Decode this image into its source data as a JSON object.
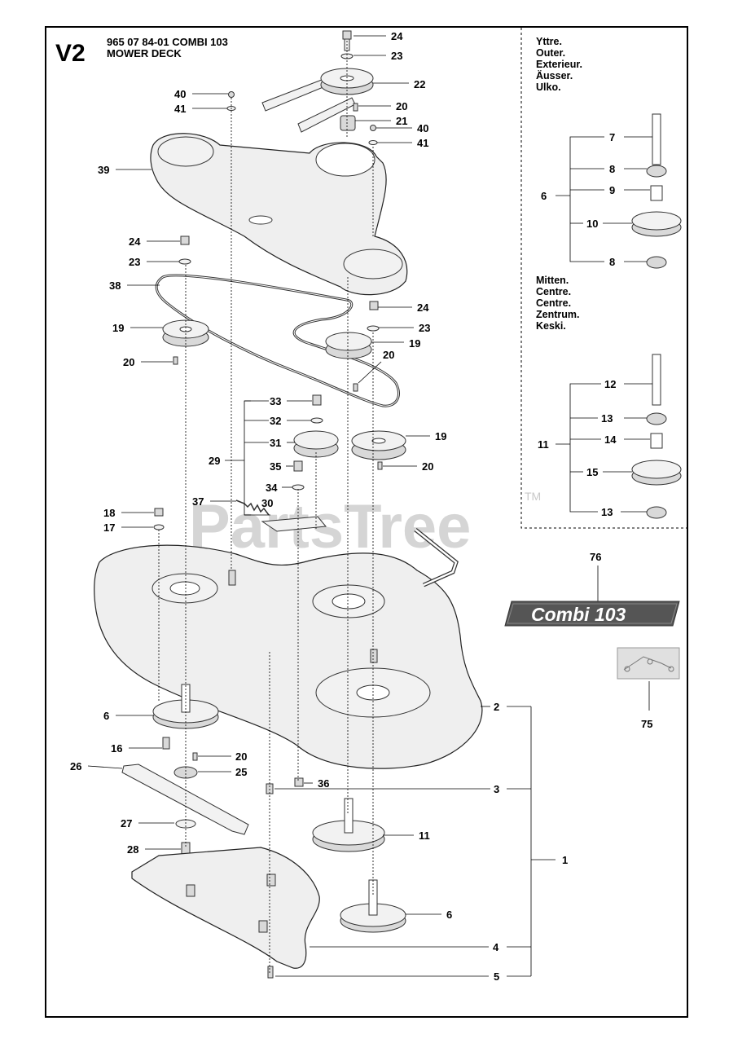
{
  "header": {
    "section": "V2",
    "part_number_line": "965 07 84-01 COMBI 103",
    "title": "MOWER DECK"
  },
  "watermark": {
    "text": "PartsTree",
    "tm": "TM"
  },
  "inset_outer": {
    "languages": [
      "Yttre.",
      "Outer.",
      "Exterieur.",
      "Äusser.",
      "Ulko."
    ]
  },
  "inset_centre": {
    "languages": [
      "Mitten.",
      "Centre.",
      "Centre.",
      "Zentrum.",
      "Keski."
    ]
  },
  "decal": {
    "text": "Combi 103"
  },
  "callouts": {
    "c24a": "24",
    "c23a": "23",
    "c22": "22",
    "c20a": "20",
    "c21": "21",
    "c40a": "40",
    "c41a": "41",
    "c40b": "40",
    "c41b": "41",
    "c39": "39",
    "c24b": "24",
    "c23b": "23",
    "c38": "38",
    "c19a": "19",
    "c20b": "20",
    "c24c": "24",
    "c23c": "23",
    "c19b": "19",
    "c20c": "20",
    "c33": "33",
    "c32": "32",
    "c31": "31",
    "c29": "29",
    "c35": "35",
    "c34": "34",
    "c19c": "19",
    "c20d": "20",
    "c37": "37",
    "c30": "30",
    "c18": "18",
    "c17": "17",
    "c6a": "6",
    "c16": "16",
    "c20e": "20",
    "c26": "26",
    "c25": "25",
    "c36": "36",
    "c27": "27",
    "c28": "28",
    "c11a": "11",
    "c6b": "6",
    "c2": "2",
    "c3": "3",
    "c1": "1",
    "c4": "4",
    "c5": "5",
    "c76": "76",
    "c75": "75",
    "i7": "7",
    "i8a": "8",
    "i6": "6",
    "i9": "9",
    "i10": "10",
    "i8b": "8",
    "i12": "12",
    "i13a": "13",
    "i11": "11",
    "i14": "14",
    "i15": "15",
    "i13b": "13"
  }
}
